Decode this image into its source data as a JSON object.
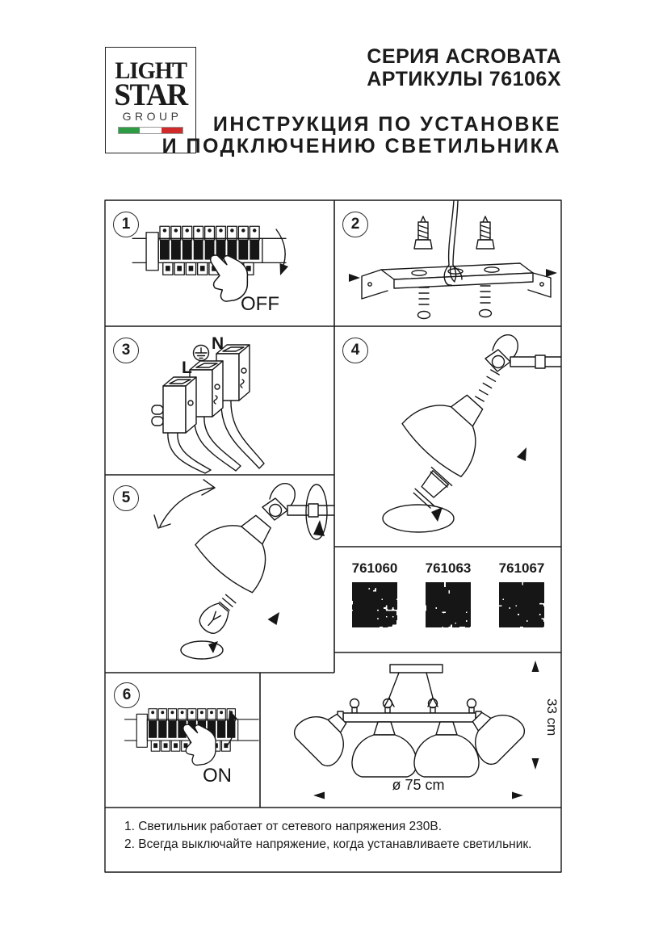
{
  "logo": {
    "line1": "LIGHT",
    "line2": "STAR",
    "line3": "GROUP",
    "flag_colors": [
      "#2e9c45",
      "#ffffff",
      "#cf2b2b"
    ],
    "ink_color": "#1b1b1b"
  },
  "header": {
    "series": "СЕРИЯ ACROBATA",
    "articles": "АРТИКУЛЫ 76106X",
    "instruction_line1": "ИНСТРУКЦИЯ ПО УСТАНОВКЕ",
    "instruction_line2": "И ПОДКЛЮЧЕНИЮ СВЕТИЛЬНИКА"
  },
  "steps": [
    {
      "number": "1",
      "label": "OFF"
    },
    {
      "number": "2"
    },
    {
      "number": "3",
      "wire_labels": {
        "line": "L",
        "neutral": "N"
      }
    },
    {
      "number": "4"
    },
    {
      "number": "5"
    },
    {
      "number": "6",
      "label": "ON"
    }
  ],
  "qr_section": {
    "items": [
      {
        "article": "761060"
      },
      {
        "article": "761063"
      },
      {
        "article": "761067"
      }
    ]
  },
  "dimensions": {
    "diameter": "ø 75 cm",
    "height": "33 cm"
  },
  "notes": {
    "line1": "1. Светильник работает от сетевого напряжения 230В.",
    "line2": "2. Всегда выключайте напряжение, когда устанавливаете светильник."
  }
}
